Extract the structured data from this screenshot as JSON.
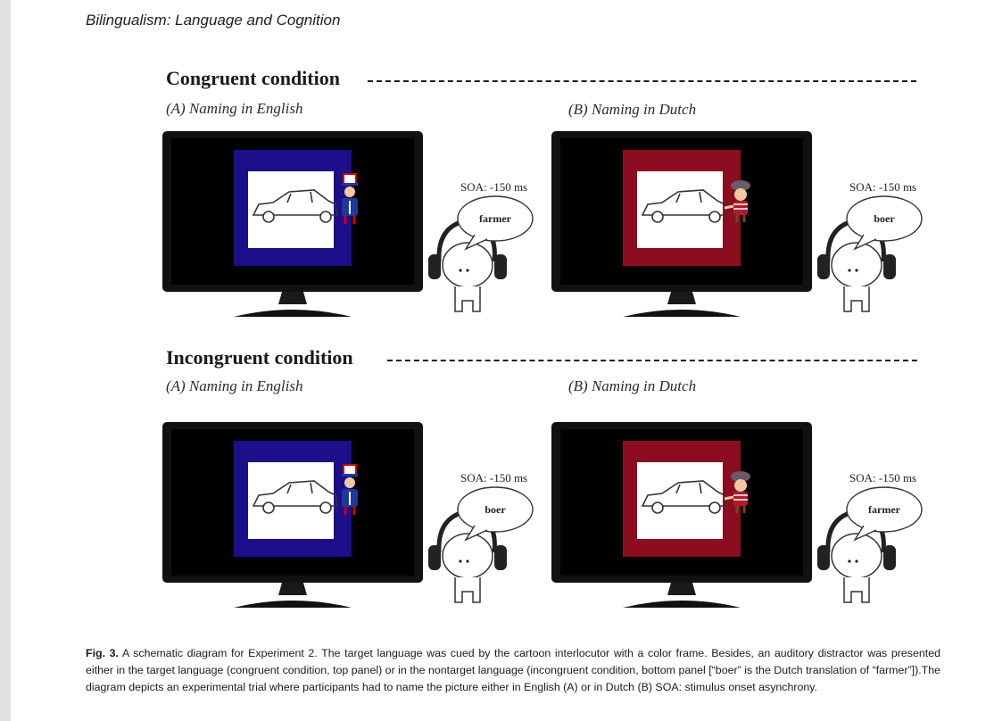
{
  "header": {
    "journal": "Bilingualism: Language and Cognition"
  },
  "sections": [
    {
      "title": "Congruent condition",
      "panels": [
        {
          "label": "(A) Naming in English",
          "frame_color": "#1d0e8c",
          "soa": "SOA: -150 ms",
          "word": "farmer",
          "character": "uncle-sam-icon"
        },
        {
          "label": "(B) Naming in Dutch",
          "frame_color": "#8c0d1f",
          "soa": "SOA: -150 ms",
          "word": "boer",
          "character": "dutch-girl-icon"
        }
      ]
    },
    {
      "title": "Incongruent condition",
      "panels": [
        {
          "label": "(A) Naming in English",
          "frame_color": "#1d0e8c",
          "soa": "SOA: -150 ms",
          "word": "boer",
          "character": "uncle-sam-icon"
        },
        {
          "label": "(B) Naming in Dutch",
          "frame_color": "#8c0d1f",
          "soa": "SOA: -150 ms",
          "word": "farmer",
          "character": "dutch-girl-icon"
        }
      ]
    }
  ],
  "caption": {
    "label": "Fig. 3.",
    "text": "A schematic diagram for Experiment 2. The target language was cued by the cartoon interlocutor with a color frame. Besides, an auditory distractor was presented either in the target language (congruent condition, top panel) or in the nontarget language (incongruent condition, bottom panel [“boer” is the Dutch translation of “farmer”]).The diagram depicts an experimental trial where participants had to name the picture either in English (A) or in Dutch (B) SOA: stimulus onset asynchrony."
  }
}
